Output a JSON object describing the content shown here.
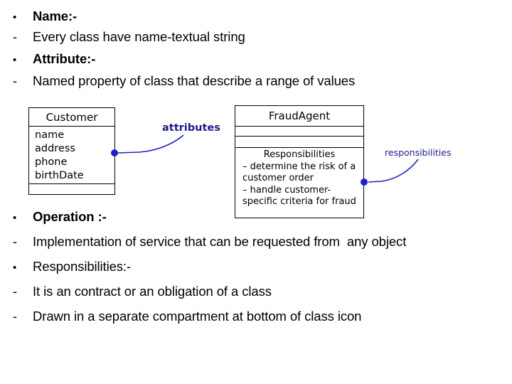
{
  "slide": {
    "top_bullets": [
      {
        "marker": "•",
        "text": "Name:-",
        "bold": true
      },
      {
        "marker": "-",
        "text": "Every class have name-textual string",
        "bold": false
      },
      {
        "marker": "•",
        "text": "Attribute:-",
        "bold": true
      },
      {
        "marker": "-",
        "text": "Named property of class that describe a range of values",
        "bold": false
      }
    ],
    "bottom_bullets": [
      {
        "marker": "•",
        "text": "Operation :-",
        "bold": true
      },
      {
        "marker": "-",
        "text": "Implementation of service that can be requested from  any object",
        "bold": false
      },
      {
        "marker": "•",
        "text": "Responsibilities:-",
        "bold": false
      },
      {
        "marker": "-",
        "text": "It is an contract or an obligation of a class",
        "bold": false
      },
      {
        "marker": "-",
        "text": "Drawn in a separate compartment at bottom of class icon",
        "bold": false
      }
    ]
  },
  "diagram": {
    "customer_class": {
      "name": "Customer",
      "attributes": [
        "name",
        "address",
        "phone",
        "birthDate"
      ],
      "operations": []
    },
    "fraud_agent_class": {
      "name": "FraudAgent",
      "attributes": [],
      "operations": [],
      "responsibilities_title": "Responsibilities",
      "responsibilities": [
        "– determine the risk of a customer order",
        "– handle customer-specific criteria for fraud"
      ]
    },
    "annotations": [
      {
        "label": "attributes",
        "color": "#1a1a8c"
      },
      {
        "label": "responsibilities",
        "color": "#1a1a8c"
      }
    ],
    "connector_color": "#2020c8"
  }
}
